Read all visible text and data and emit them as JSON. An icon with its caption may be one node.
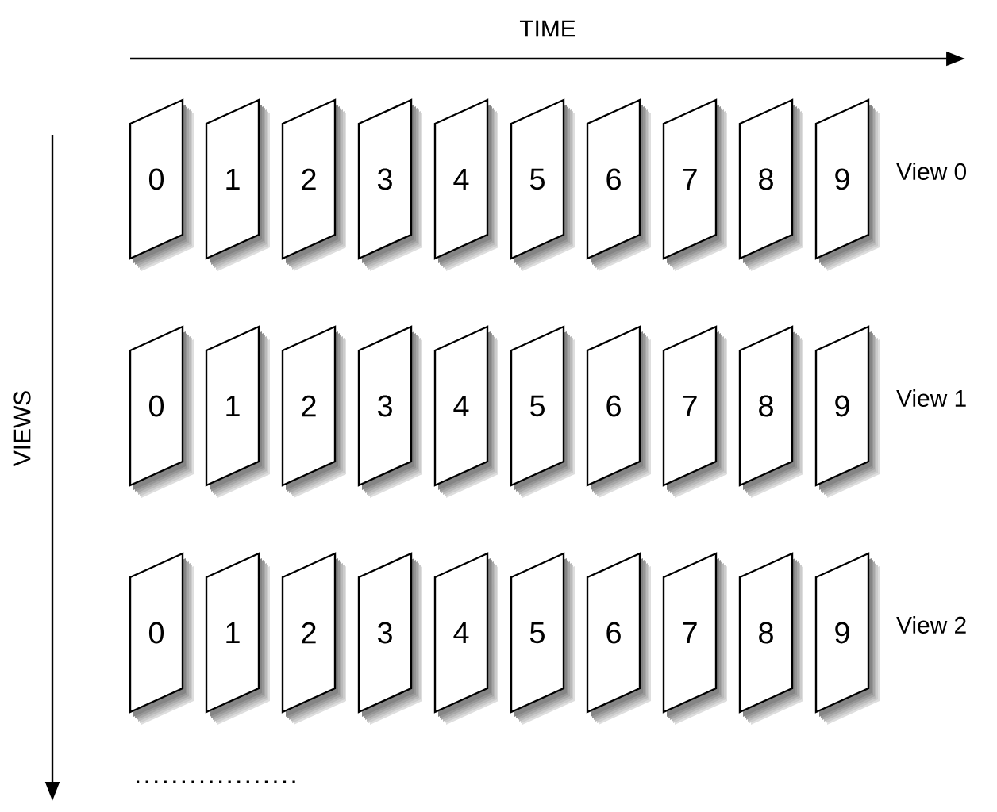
{
  "diagram": {
    "nodes": [
      {
        "text": [
          "0"
        ]
      },
      {
        "text": [
          "1"
        ]
      },
      {
        "text": [
          "2"
        ]
      },
      {
        "text": [
          "3"
        ]
      },
      {
        "text": [
          "4"
        ]
      },
      {
        "text": [
          "5"
        ]
      },
      {
        "text": [
          "6"
        ]
      },
      {
        "text": [
          "7"
        ]
      },
      {
        "text": [
          "8"
        ]
      },
      {
        "text": [
          "9"
        ]
      },
      {
        "text": [
          "0"
        ]
      },
      {
        "text": [
          "1"
        ]
      },
      {
        "text": [
          "2"
        ]
      },
      {
        "text": [
          "3"
        ]
      },
      {
        "text": [
          "4"
        ]
      },
      {
        "text": [
          "5"
        ]
      },
      {
        "text": [
          "6"
        ]
      },
      {
        "text": [
          "7"
        ]
      },
      {
        "text": [
          "8"
        ]
      },
      {
        "text": [
          "9"
        ]
      },
      {
        "text": [
          "0"
        ]
      },
      {
        "text": [
          "1"
        ]
      },
      {
        "text": [
          "2"
        ]
      },
      {
        "text": [
          "3"
        ]
      },
      {
        "text": [
          "4"
        ]
      },
      {
        "text": [
          "5"
        ]
      },
      {
        "text": [
          "6"
        ]
      },
      {
        "text": [
          "7"
        ]
      },
      {
        "text": [
          "8"
        ]
      },
      {
        "text": [
          "9"
        ]
      }
    ],
    "labels": [
      "TIME",
      "VIEWS",
      "View 0",
      "View 1",
      "View 2"
    ]
  }
}
